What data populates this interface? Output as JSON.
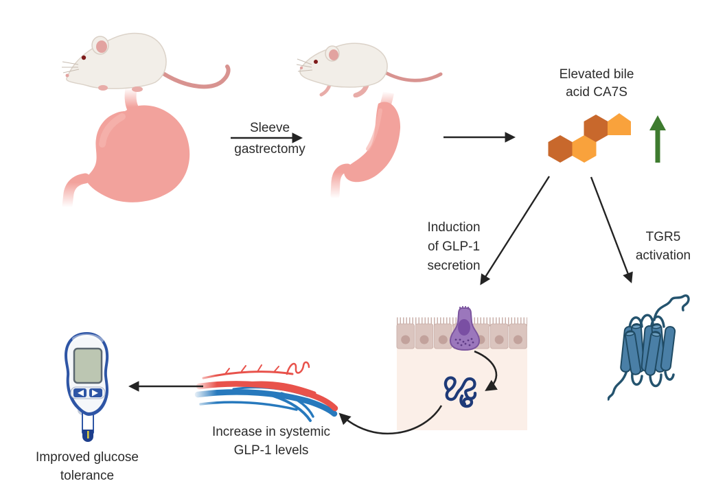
{
  "labels": {
    "surgery": "Sleeve\ngastrectomy",
    "bile_acid": "Elevated bile\nacid CA7S",
    "glp1_induction": "Induction\nof GLP-1\nsecretion",
    "tgr5": "TGR5\nactivation",
    "systemic_glp1": "Increase in systemic\nGLP-1 levels",
    "outcome": "Improved glucose\ntolerance"
  },
  "icons": {
    "mouse_normal": "mouse-icon",
    "mouse_post_surgery": "slim-mouse-icon",
    "stomach_full": "stomach-icon",
    "stomach_sleeve": "sleeve-stomach-icon",
    "bile_acid_molecule": "bile-acid-hexagons-icon",
    "increase_arrow": "green-up-arrow-icon",
    "intestinal_epithelium": "intestinal-epithelium-icon",
    "l_cell": "l-cell-icon",
    "glp1_peptide": "glp1-peptide-icon",
    "tgr5_receptor": "tgr5-receptor-icon",
    "blood_vessels": "blood-vessels-icon",
    "glucose_meter": "glucose-meter-icon"
  },
  "colors": {
    "text": "#2b2b2b",
    "arrow": "#232323",
    "bile_acid_dark": "#c8682c",
    "bile_acid_light": "#f9a23c",
    "elevation_green": "#3e7b2f",
    "stomach_pink": "#f2a29c",
    "l_cell_purple": "#9b77bc",
    "epithelium_beige": "#dbc5bf",
    "lamina_bg": "#fbefe8",
    "peptide_navy": "#1e3a78",
    "receptor_blue": "#4a7fa6",
    "vessel_red": "#e8524b",
    "vessel_blue": "#2779bd",
    "meter_blue": "#2e55a5"
  }
}
